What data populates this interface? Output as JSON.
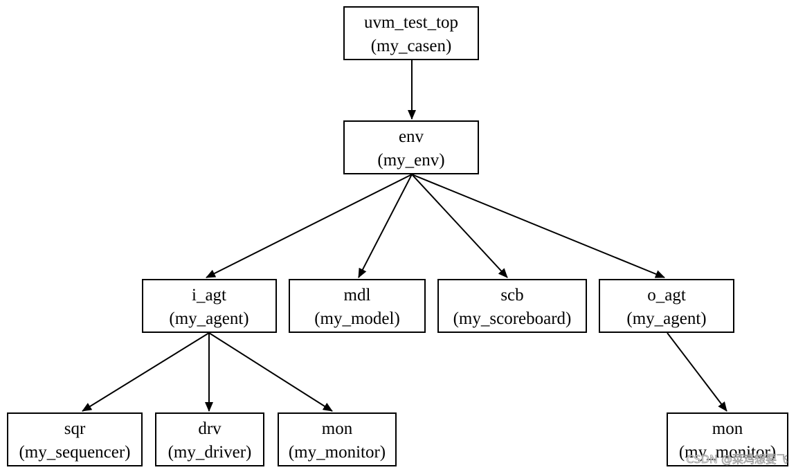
{
  "nodes": {
    "uvm_test_top": {
      "name": "uvm_test_top",
      "type": "(my_casen)"
    },
    "env": {
      "name": "env",
      "type": "(my_env)"
    },
    "i_agt": {
      "name": "i_agt",
      "type": "(my_agent)"
    },
    "mdl": {
      "name": "mdl",
      "type": "(my_model)"
    },
    "scb": {
      "name": "scb",
      "type": "(my_scoreboard)"
    },
    "o_agt": {
      "name": "o_agt",
      "type": "(my_agent)"
    },
    "sqr": {
      "name": "sqr",
      "type": "(my_sequencer)"
    },
    "drv": {
      "name": "drv",
      "type": "(my_driver)"
    },
    "i_mon": {
      "name": "mon",
      "type": "(my_monitor)"
    },
    "o_mon": {
      "name": "mon",
      "type": "(my_monitor)"
    }
  },
  "edges": [
    [
      "uvm_test_top",
      "env"
    ],
    [
      "env",
      "i_agt"
    ],
    [
      "env",
      "mdl"
    ],
    [
      "env",
      "scb"
    ],
    [
      "env",
      "o_agt"
    ],
    [
      "i_agt",
      "sqr"
    ],
    [
      "i_agt",
      "drv"
    ],
    [
      "i_agt",
      "i_mon"
    ],
    [
      "o_agt",
      "o_mon"
    ]
  ],
  "watermark": "CSDN @菜鸡想要飞"
}
